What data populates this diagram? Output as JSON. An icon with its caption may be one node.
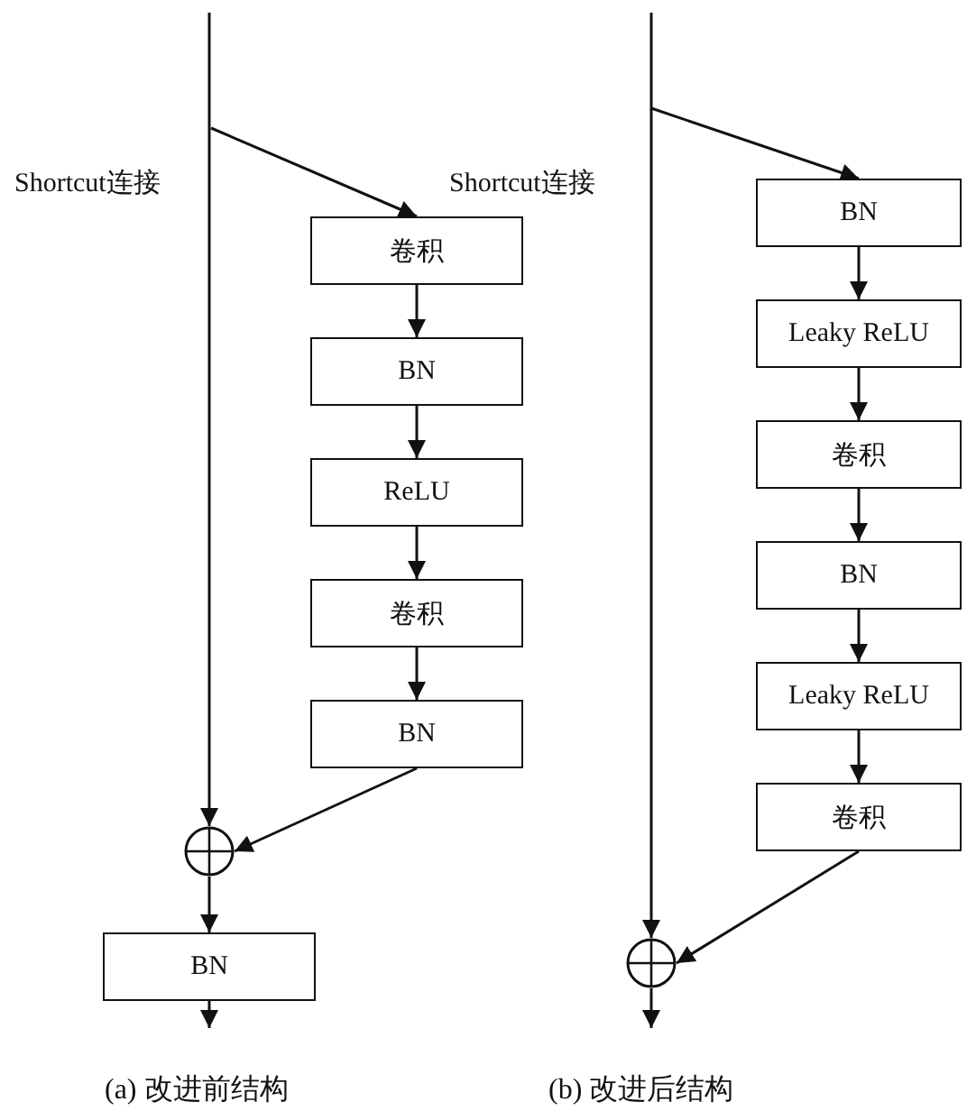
{
  "diagram": {
    "nodes": [
      {
        "text": [
          "卷积"
        ]
      },
      {
        "text": [
          "BN"
        ]
      },
      {
        "text": [
          "ReLU"
        ]
      },
      {
        "text": [
          "卷积"
        ]
      },
      {
        "text": [
          "BN"
        ]
      },
      {
        "text": [],
        "shape": "circle"
      },
      {
        "text": [
          "BN"
        ]
      },
      {
        "text": [
          "BN"
        ]
      },
      {
        "text": [
          "Leaky ReLU"
        ]
      },
      {
        "text": [
          "卷积"
        ]
      },
      {
        "text": [
          "BN"
        ]
      },
      {
        "text": [
          "Leaky ReLU"
        ]
      },
      {
        "text": [
          "卷积"
        ]
      },
      {
        "text": [],
        "shape": "circle"
      }
    ],
    "edges": [
      {
        "from": null,
        "to": 0,
        "arrow": "to"
      },
      {
        "from": 0,
        "to": 1,
        "arrow": "to"
      },
      {
        "from": 1,
        "to": 2,
        "arrow": "to"
      },
      {
        "from": 2,
        "to": 3,
        "arrow": "to"
      },
      {
        "from": 3,
        "to": 4,
        "arrow": "to"
      },
      {
        "from": null,
        "to": 5,
        "arrow": "to"
      },
      {
        "from": 4,
        "to": 5,
        "arrow": "to"
      },
      {
        "from": 5,
        "to": 6,
        "arrow": "to"
      },
      {
        "from": 6,
        "to": null,
        "arrow": "to"
      },
      {
        "from": null,
        "to": 7,
        "arrow": "to"
      },
      {
        "from": 7,
        "to": 8,
        "arrow": "to"
      },
      {
        "from": 8,
        "to": 9,
        "arrow": "to"
      },
      {
        "from": 9,
        "to": 10,
        "arrow": "to"
      },
      {
        "from": 10,
        "to": 11,
        "arrow": "to"
      },
      {
        "from": 11,
        "to": 12,
        "arrow": "to"
      },
      {
        "from": null,
        "to": 13,
        "arrow": "to"
      },
      {
        "from": 12,
        "to": 13,
        "arrow": "to"
      },
      {
        "from": 13,
        "to": null,
        "arrow": "to"
      }
    ],
    "labels": [
      "Shortcut连接",
      "Shortcut连接",
      "(a) 改进前结构",
      "(b) 改进后结构"
    ]
  }
}
